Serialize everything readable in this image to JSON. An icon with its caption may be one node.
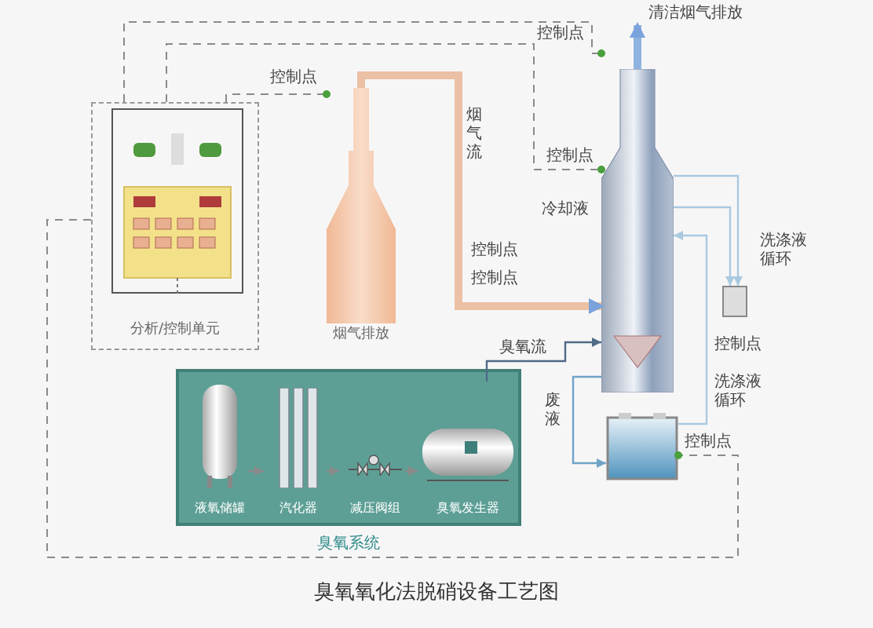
{
  "diagram": {
    "caption": "臭氧氧化法脱硝设备工艺图",
    "nodes": [
      {
        "text": [
          "分析/控制单元"
        ]
      },
      {
        "text": [],
        "shape": "picture",
        "beside": [
          "烟气排放"
        ]
      },
      {
        "text": [],
        "shape": "picture",
        "beside": [
          "冷却液"
        ]
      },
      {
        "text": [],
        "shape": "picture"
      },
      {
        "text": [
          "臭氧系统"
        ]
      },
      {
        "text": [
          "液氧储罐"
        ],
        "in": 4
      },
      {
        "text": [
          "汽化器"
        ],
        "in": 4
      },
      {
        "text": [
          "减压阀组"
        ],
        "in": 4
      },
      {
        "text": [
          "臭氧发生器"
        ],
        "in": 4
      },
      {
        "text": [
          "清洁烟气排放"
        ]
      },
      {
        "text": [],
        "shape": "box"
      }
    ],
    "edges": [
      {
        "from": 1,
        "to": 2,
        "arrow": "to",
        "label": "烟气流",
        "style": "thick",
        "color": "#ecc0a4"
      },
      {
        "from": 8,
        "to": 2,
        "arrow": "to",
        "label": "臭氧流",
        "color": "#4f6a86"
      },
      {
        "from": 2,
        "to": 9,
        "arrow": "to",
        "style": "thick",
        "color": "#8fb3e0"
      },
      {
        "from": 2,
        "to": 3,
        "arrow": "to",
        "label": "废液",
        "color": "#6fa3c7"
      },
      {
        "from": 3,
        "to": 2,
        "arrow": "to",
        "label": "洗涤液循环",
        "color": "#a9c9e0"
      },
      {
        "from": 5,
        "to": 6,
        "arrow": "to"
      },
      {
        "from": 6,
        "to": 7,
        "arrow": "to"
      },
      {
        "from": 7,
        "to": 8,
        "arrow": "to"
      },
      {
        "from": 0,
        "to": 1,
        "arrow": "other",
        "label": "控制点",
        "style": "dashed"
      },
      {
        "from": 0,
        "to": 2,
        "arrow": "other",
        "label": "控制点",
        "style": "dashed"
      },
      {
        "from": 0,
        "to": 2,
        "arrow": "other",
        "label": "控制点",
        "style": "dashed"
      },
      {
        "from": 0,
        "to": 3,
        "arrow": "other",
        "label": "控制点",
        "style": "dashed"
      },
      {
        "from": 2,
        "to": 10,
        "arrow": "to",
        "color": "#a9c9e0"
      },
      {
        "from": 2,
        "to": 10,
        "arrow": "to",
        "color": "#a9c9e0"
      }
    ],
    "labels": [
      "洗涤液循环",
      "控制点",
      "控制点",
      "控制点"
    ]
  }
}
